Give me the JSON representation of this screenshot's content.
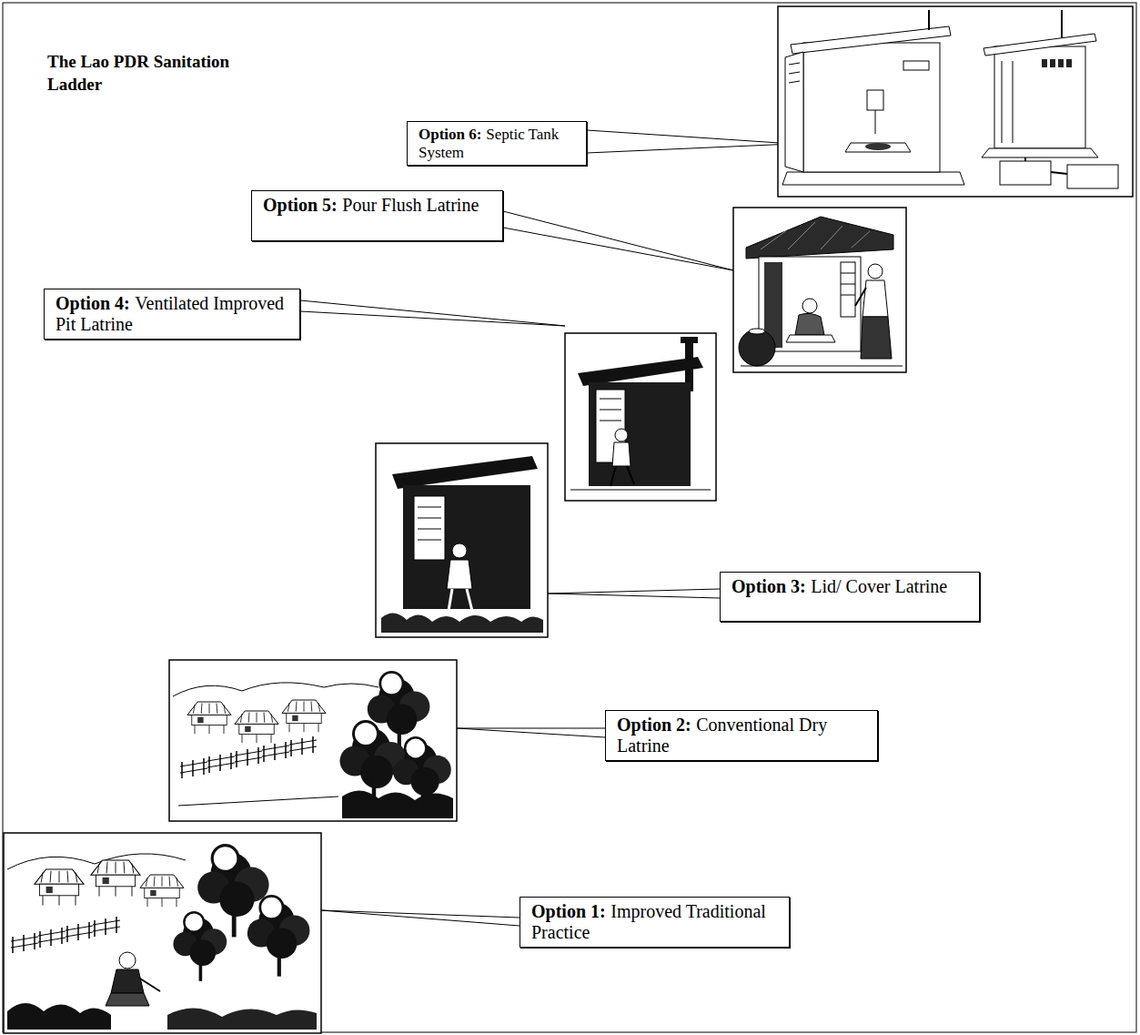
{
  "diagram": {
    "title": "The Lao PDR Sanitation Ladder",
    "nodes": [
      {
        "text": [
          "Option 6:",
          "Septic Tank System"
        ]
      },
      {
        "text": [
          "Option 5:",
          "Pour Flush Latrine"
        ]
      },
      {
        "text": [
          "Option 4:",
          "Ventilated Improved Pit Latrine"
        ]
      },
      {
        "text": [
          "Option 3:",
          "Lid/ Cover Latrine"
        ]
      },
      {
        "text": [
          "Option 2:",
          "Conventional Dry Latrine"
        ]
      },
      {
        "text": [
          "Option 1:",
          "Improved Traditional Practice"
        ]
      }
    ]
  }
}
